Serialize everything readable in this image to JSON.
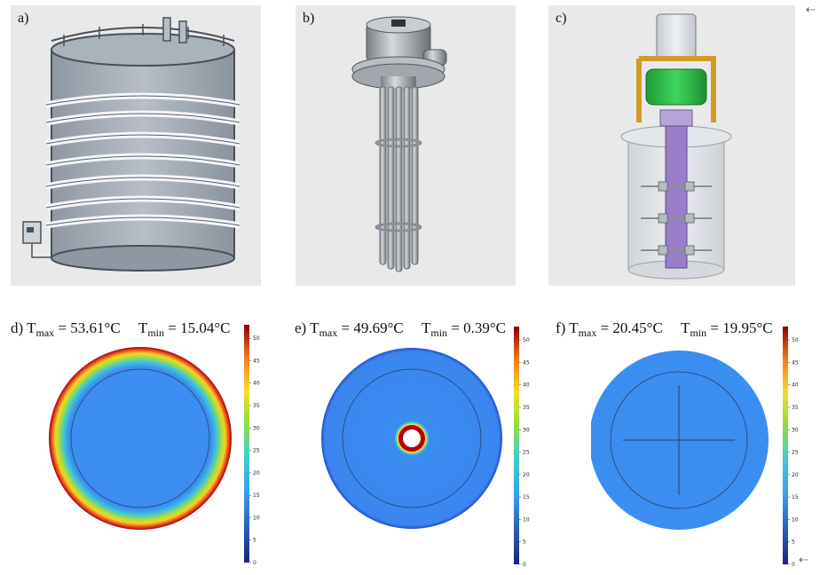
{
  "panels": {
    "a": {
      "label": "a)"
    },
    "b": {
      "label": "b)"
    },
    "c": {
      "label": "c)"
    },
    "d": {
      "label": "d)",
      "tmax_label": "T",
      "tmax_sub": "max",
      "tmax_value": "= 53.61°C",
      "tmin_label": "T",
      "tmin_sub": "min",
      "tmin_value": "= 15.04°C"
    },
    "e": {
      "label": "e)",
      "tmax_label": "T",
      "tmax_sub": "max",
      "tmax_value": "= 49.69°C",
      "tmin_label": "T",
      "tmin_sub": "min",
      "tmin_value": "= 0.39°C"
    },
    "f": {
      "label": "f)",
      "tmax_label": "T",
      "tmax_sub": "max",
      "tmax_value": "= 20.45°C",
      "tmin_label": "T",
      "tmin_sub": "min",
      "tmin_value": "= 19.95°C"
    }
  },
  "colorbar": {
    "ticks": [
      "0",
      "5",
      "10",
      "15",
      "20",
      "25",
      "30",
      "35",
      "40",
      "45",
      "50"
    ],
    "range": [
      0,
      53
    ],
    "colors": {
      "low": "#1a237e",
      "mid": "#3aa0f0",
      "cyan": "#3dd0c8",
      "green": "#9ddc3a",
      "yellow": "#f2e02a",
      "orange": "#f57c1f",
      "high": "#8b0000"
    }
  },
  "colors": {
    "field_blue": "#3b8ef0",
    "hot_red": "#c8141a",
    "tank_gray": "#9aa3ad",
    "heater_green": "#2ec04a",
    "shaft_purple": "#9a7ec8"
  },
  "icons": [
    "back-arrow-icon",
    "back-arrow-icon"
  ]
}
